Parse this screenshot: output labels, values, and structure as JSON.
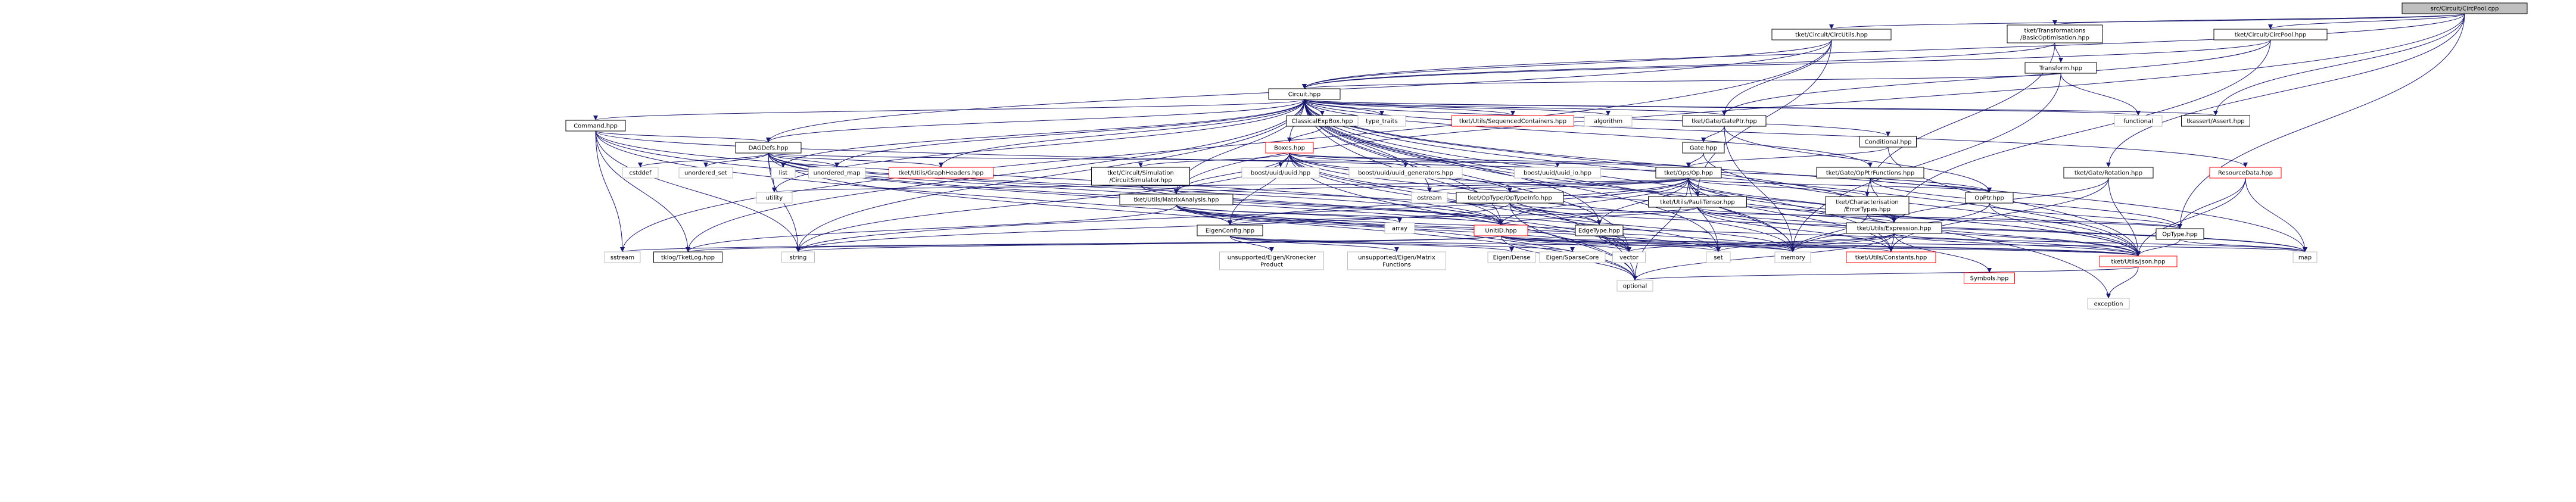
{
  "nodes": [
    {
      "id": "root",
      "label": [
        "src/Circuit/CircPool.cpp"
      ],
      "kind": "root"
    },
    {
      "id": "basicopt",
      "label": [
        "tket/Transformations",
        "/BasicOptimisation.hpp"
      ],
      "kind": "local"
    },
    {
      "id": "circutils",
      "label": [
        "tket/Circuit/CircUtils.hpp"
      ],
      "kind": "local"
    },
    {
      "id": "circpoolhpp",
      "label": [
        "tket/Circuit/CircPool.hpp"
      ],
      "kind": "local"
    },
    {
      "id": "transform",
      "label": [
        "Transform.hpp"
      ],
      "kind": "local"
    },
    {
      "id": "circuit",
      "label": [
        "Circuit.hpp"
      ],
      "kind": "local"
    },
    {
      "id": "functional",
      "label": [
        "functional"
      ],
      "kind": "system"
    },
    {
      "id": "tkassert",
      "label": [
        "tkassert/Assert.hpp"
      ],
      "kind": "local"
    },
    {
      "id": "command",
      "label": [
        "Command.hpp"
      ],
      "kind": "local"
    },
    {
      "id": "classicalexpbox",
      "label": [
        "ClassicalExpBox.hpp"
      ],
      "kind": "local"
    },
    {
      "id": "typetraits",
      "label": [
        "type_traits"
      ],
      "kind": "system"
    },
    {
      "id": "seqcontainers",
      "label": [
        "tket/Utils/SequencedContainers.hpp"
      ],
      "kind": "red"
    },
    {
      "id": "algorithm",
      "label": [
        "algorithm"
      ],
      "kind": "system"
    },
    {
      "id": "gateptr",
      "label": [
        "tket/Gate/GatePtr.hpp"
      ],
      "kind": "local"
    },
    {
      "id": "boxes",
      "label": [
        "Boxes.hpp"
      ],
      "kind": "red"
    },
    {
      "id": "dagdefs",
      "label": [
        "DAGDefs.hpp"
      ],
      "kind": "local"
    },
    {
      "id": "gatehpp",
      "label": [
        "Gate.hpp"
      ],
      "kind": "local"
    },
    {
      "id": "conditional",
      "label": [
        "Conditional.hpp"
      ],
      "kind": "local"
    },
    {
      "id": "opsop",
      "label": [
        "tket/Ops/Op.hpp"
      ],
      "kind": "local"
    },
    {
      "id": "opptrfuncs",
      "label": [
        "tket/Gate/OpPtrFunctions.hpp"
      ],
      "kind": "local"
    },
    {
      "id": "rotation",
      "label": [
        "tket/Gate/Rotation.hpp"
      ],
      "kind": "local"
    },
    {
      "id": "resourcedata",
      "label": [
        "ResourceData.hpp"
      ],
      "kind": "red"
    },
    {
      "id": "cstddef",
      "label": [
        "cstddef"
      ],
      "kind": "system"
    },
    {
      "id": "unorderedset",
      "label": [
        "unordered_set"
      ],
      "kind": "system"
    },
    {
      "id": "list",
      "label": [
        "list"
      ],
      "kind": "system"
    },
    {
      "id": "unorderedmap",
      "label": [
        "unordered_map"
      ],
      "kind": "system"
    },
    {
      "id": "graphheaders",
      "label": [
        "tket/Utils/GraphHeaders.hpp"
      ],
      "kind": "red"
    },
    {
      "id": "circsim",
      "label": [
        "tket/Circuit/Simulation",
        "/CircuitSimulator.hpp"
      ],
      "kind": "local"
    },
    {
      "id": "uuid",
      "label": [
        "boost/uuid/uuid.hpp"
      ],
      "kind": "system"
    },
    {
      "id": "uuidgen",
      "label": [
        "boost/uuid/uuid_generators.hpp"
      ],
      "kind": "system"
    },
    {
      "id": "uuidio",
      "label": [
        "boost/uuid/uuid_io.hpp"
      ],
      "kind": "system"
    },
    {
      "id": "utility",
      "label": [
        "utility"
      ],
      "kind": "system"
    },
    {
      "id": "matrixanalysis",
      "label": [
        "tket/Utils/MatrixAnalysis.hpp"
      ],
      "kind": "local"
    },
    {
      "id": "ostream",
      "label": [
        "ostream"
      ],
      "kind": "system"
    },
    {
      "id": "optypeinfo",
      "label": [
        "tket/OpType/OpTypeInfo.hpp"
      ],
      "kind": "local"
    },
    {
      "id": "paulitensor",
      "label": [
        "tket/Utils/PauliTensor.hpp"
      ],
      "kind": "local"
    },
    {
      "id": "errortypes",
      "label": [
        "tket/Characterisation",
        "/ErrorTypes.hpp"
      ],
      "kind": "local"
    },
    {
      "id": "opptr",
      "label": [
        "OpPtr.hpp"
      ],
      "kind": "local"
    },
    {
      "id": "eigenconfig",
      "label": [
        "EigenConfig.hpp"
      ],
      "kind": "local"
    },
    {
      "id": "array",
      "label": [
        "array"
      ],
      "kind": "system"
    },
    {
      "id": "unitid",
      "label": [
        "UnitID.hpp"
      ],
      "kind": "red"
    },
    {
      "id": "edgetype",
      "label": [
        "EdgeType.hpp"
      ],
      "kind": "local"
    },
    {
      "id": "expression",
      "label": [
        "tket/Utils/Expression.hpp"
      ],
      "kind": "local"
    },
    {
      "id": "optype",
      "label": [
        "OpType.hpp"
      ],
      "kind": "local"
    },
    {
      "id": "sstream",
      "label": [
        "sstream"
      ],
      "kind": "system"
    },
    {
      "id": "tklog",
      "label": [
        "tklog/TketLog.hpp"
      ],
      "kind": "local"
    },
    {
      "id": "string",
      "label": [
        "string"
      ],
      "kind": "system"
    },
    {
      "id": "kronecker",
      "label": [
        "unsupported/Eigen/Kronecker",
        "Product"
      ],
      "kind": "system"
    },
    {
      "id": "matrixfn",
      "label": [
        "unsupported/Eigen/Matrix",
        "Functions"
      ],
      "kind": "system"
    },
    {
      "id": "eigendense",
      "label": [
        "Eigen/Dense"
      ],
      "kind": "system"
    },
    {
      "id": "eigensparse",
      "label": [
        "Eigen/SparseCore"
      ],
      "kind": "system"
    },
    {
      "id": "vector",
      "label": [
        "vector"
      ],
      "kind": "system"
    },
    {
      "id": "set",
      "label": [
        "set"
      ],
      "kind": "system"
    },
    {
      "id": "memory",
      "label": [
        "memory"
      ],
      "kind": "system"
    },
    {
      "id": "constants",
      "label": [
        "tket/Utils/Constants.hpp"
      ],
      "kind": "red"
    },
    {
      "id": "symbols",
      "label": [
        "Symbols.hpp"
      ],
      "kind": "red"
    },
    {
      "id": "json",
      "label": [
        "tket/Utils/Json.hpp"
      ],
      "kind": "red"
    },
    {
      "id": "map",
      "label": [
        "map"
      ],
      "kind": "system"
    },
    {
      "id": "optional",
      "label": [
        "optional"
      ],
      "kind": "system"
    },
    {
      "id": "exception",
      "label": [
        "exception"
      ],
      "kind": "system"
    }
  ],
  "edges": [
    [
      "root",
      "basicopt"
    ],
    [
      "root",
      "circutils"
    ],
    [
      "root",
      "circpoolhpp"
    ],
    [
      "root",
      "tkassert"
    ],
    [
      "root",
      "circuit"
    ],
    [
      "root",
      "matrixanalysis"
    ],
    [
      "root",
      "rotation"
    ],
    [
      "root",
      "optype"
    ],
    [
      "basicopt",
      "transform"
    ],
    [
      "basicopt",
      "circuit"
    ],
    [
      "basicopt",
      "errortypes"
    ],
    [
      "transform",
      "circuit"
    ],
    [
      "transform",
      "memory"
    ],
    [
      "transform",
      "functional"
    ],
    [
      "circpoolhpp",
      "circuit"
    ],
    [
      "circpoolhpp",
      "gateptr"
    ],
    [
      "circpoolhpp",
      "expression"
    ],
    [
      "circutils",
      "circuit"
    ],
    [
      "circutils",
      "dagdefs"
    ],
    [
      "circutils",
      "gateptr"
    ],
    [
      "circutils",
      "paulitensor"
    ],
    [
      "circutils",
      "sstream"
    ],
    [
      "circuit",
      "command"
    ],
    [
      "circuit",
      "classicalexpbox"
    ],
    [
      "circuit",
      "typetraits"
    ],
    [
      "circuit",
      "seqcontainers"
    ],
    [
      "circuit",
      "algorithm"
    ],
    [
      "circuit",
      "gateptr"
    ],
    [
      "circuit",
      "boxes"
    ],
    [
      "circuit",
      "dagdefs"
    ],
    [
      "circuit",
      "conditional"
    ],
    [
      "circuit",
      "opptrfuncs"
    ],
    [
      "circuit",
      "resourcedata"
    ],
    [
      "circuit",
      "functional"
    ],
    [
      "circuit",
      "tkassert"
    ],
    [
      "circuit",
      "list"
    ],
    [
      "circuit",
      "unorderedmap"
    ],
    [
      "circuit",
      "graphheaders"
    ],
    [
      "circuit",
      "utility"
    ],
    [
      "circuit",
      "matrixanalysis"
    ],
    [
      "circuit",
      "ostream"
    ],
    [
      "circuit",
      "unitid"
    ],
    [
      "circuit",
      "string"
    ],
    [
      "circuit",
      "vector"
    ],
    [
      "circuit",
      "set"
    ],
    [
      "circuit",
      "map"
    ],
    [
      "circuit",
      "optional"
    ],
    [
      "circuit",
      "json"
    ],
    [
      "circuit",
      "exception"
    ],
    [
      "circuit",
      "tklog"
    ],
    [
      "circuit",
      "memory"
    ],
    [
      "circuit",
      "expression"
    ],
    [
      "circuit",
      "constants"
    ],
    [
      "circuit",
      "edgetype"
    ],
    [
      "command",
      "dagdefs"
    ],
    [
      "command",
      "opptr"
    ],
    [
      "command",
      "unitid"
    ],
    [
      "command",
      "sstream"
    ],
    [
      "command",
      "tklog"
    ],
    [
      "command",
      "string"
    ],
    [
      "command",
      "optional"
    ],
    [
      "command",
      "vector"
    ],
    [
      "classicalexpbox",
      "boxes"
    ],
    [
      "gateptr",
      "gatehpp"
    ],
    [
      "gateptr",
      "opptr"
    ],
    [
      "gateptr",
      "memory"
    ],
    [
      "gatehpp",
      "opsop"
    ],
    [
      "gatehpp",
      "json"
    ],
    [
      "conditional",
      "opsop"
    ],
    [
      "conditional",
      "json"
    ],
    [
      "opptrfuncs",
      "opptr"
    ],
    [
      "opptrfuncs",
      "optype"
    ],
    [
      "opptrfuncs",
      "expression"
    ],
    [
      "rotation",
      "expression"
    ],
    [
      "rotation",
      "constants"
    ],
    [
      "rotation",
      "json"
    ],
    [
      "resourcedata",
      "optype"
    ],
    [
      "resourcedata",
      "json"
    ],
    [
      "resourcedata",
      "map"
    ],
    [
      "dagdefs",
      "cstddef"
    ],
    [
      "dagdefs",
      "unorderedset"
    ],
    [
      "dagdefs",
      "list"
    ],
    [
      "dagdefs",
      "unorderedmap"
    ],
    [
      "dagdefs",
      "graphheaders"
    ],
    [
      "dagdefs",
      "utility"
    ],
    [
      "dagdefs",
      "opsop"
    ],
    [
      "dagdefs",
      "unitid"
    ],
    [
      "dagdefs",
      "edgetype"
    ],
    [
      "dagdefs",
      "vector"
    ],
    [
      "dagdefs",
      "set"
    ],
    [
      "dagdefs",
      "string"
    ],
    [
      "dagdefs",
      "optional"
    ],
    [
      "boxes",
      "opsop"
    ],
    [
      "boxes",
      "circsim"
    ],
    [
      "boxes",
      "uuid"
    ],
    [
      "boxes",
      "uuidgen"
    ],
    [
      "boxes",
      "uuidio"
    ],
    [
      "boxes",
      "matrixanalysis"
    ],
    [
      "boxes",
      "optypeinfo"
    ],
    [
      "boxes",
      "eigenconfig"
    ],
    [
      "boxes",
      "unitid"
    ],
    [
      "boxes",
      "expression"
    ],
    [
      "boxes",
      "json"
    ],
    [
      "boxes",
      "memory"
    ],
    [
      "boxes",
      "optional"
    ],
    [
      "boxes",
      "vector"
    ],
    [
      "boxes",
      "string"
    ],
    [
      "circsim",
      "matrixanalysis"
    ],
    [
      "circsim",
      "unitid"
    ],
    [
      "opsop",
      "utility"
    ],
    [
      "opsop",
      "matrixanalysis"
    ],
    [
      "opsop",
      "ostream"
    ],
    [
      "opsop",
      "optypeinfo"
    ],
    [
      "opsop",
      "paulitensor"
    ],
    [
      "opsop",
      "errortypes"
    ],
    [
      "opsop",
      "opptr"
    ],
    [
      "opsop",
      "unitid"
    ],
    [
      "opsop",
      "expression"
    ],
    [
      "opsop",
      "json"
    ],
    [
      "opsop",
      "constants"
    ],
    [
      "opsop",
      "memory"
    ],
    [
      "opsop",
      "string"
    ],
    [
      "opsop",
      "optional"
    ],
    [
      "opsop",
      "set"
    ],
    [
      "opsop",
      "eigenconfig"
    ],
    [
      "opsop",
      "edgetype"
    ],
    [
      "matrixanalysis",
      "eigenconfig"
    ],
    [
      "matrixanalysis",
      "array"
    ],
    [
      "matrixanalysis",
      "unitid"
    ],
    [
      "matrixanalysis",
      "vector"
    ],
    [
      "matrixanalysis",
      "set"
    ],
    [
      "matrixanalysis",
      "tklog"
    ],
    [
      "matrixanalysis",
      "memory"
    ],
    [
      "matrixanalysis",
      "json"
    ],
    [
      "optypeinfo",
      "edgetype"
    ],
    [
      "optypeinfo",
      "optype"
    ],
    [
      "optypeinfo",
      "optional"
    ],
    [
      "optypeinfo",
      "string"
    ],
    [
      "optypeinfo",
      "memory"
    ],
    [
      "optypeinfo",
      "map"
    ],
    [
      "paulitensor",
      "eigenconfig"
    ],
    [
      "paulitensor",
      "unitid"
    ],
    [
      "paulitensor",
      "expression"
    ],
    [
      "paulitensor",
      "constants"
    ],
    [
      "paulitensor",
      "json"
    ],
    [
      "paulitensor",
      "map"
    ],
    [
      "errortypes",
      "optype"
    ],
    [
      "errortypes",
      "json"
    ],
    [
      "errortypes",
      "memory"
    ],
    [
      "opptr",
      "optype"
    ],
    [
      "opptr",
      "json"
    ],
    [
      "opptr",
      "memory"
    ],
    [
      "eigenconfig",
      "kronecker"
    ],
    [
      "eigenconfig",
      "matrixfn"
    ],
    [
      "eigenconfig",
      "eigendense"
    ],
    [
      "eigenconfig",
      "eigensparse"
    ],
    [
      "eigenconfig",
      "json"
    ],
    [
      "unitid",
      "sstream"
    ],
    [
      "unitid",
      "string"
    ],
    [
      "unitid",
      "vector"
    ],
    [
      "unitid",
      "set"
    ],
    [
      "unitid",
      "memory"
    ],
    [
      "unitid",
      "constants"
    ],
    [
      "unitid",
      "json"
    ],
    [
      "unitid",
      "map"
    ],
    [
      "unitid",
      "optional"
    ],
    [
      "unitid",
      "tklog"
    ],
    [
      "edgetype",
      "vector"
    ],
    [
      "edgetype",
      "memory"
    ],
    [
      "edgetype",
      "json"
    ],
    [
      "expression",
      "symbols"
    ],
    [
      "expression",
      "json"
    ],
    [
      "expression",
      "constants"
    ],
    [
      "expression",
      "set"
    ],
    [
      "expression",
      "vector"
    ],
    [
      "expression",
      "memory"
    ],
    [
      "expression",
      "map"
    ],
    [
      "expression",
      "optional"
    ],
    [
      "optype",
      "json"
    ],
    [
      "optype",
      "map"
    ],
    [
      "json",
      "optional"
    ],
    [
      "json",
      "exception"
    ]
  ]
}
